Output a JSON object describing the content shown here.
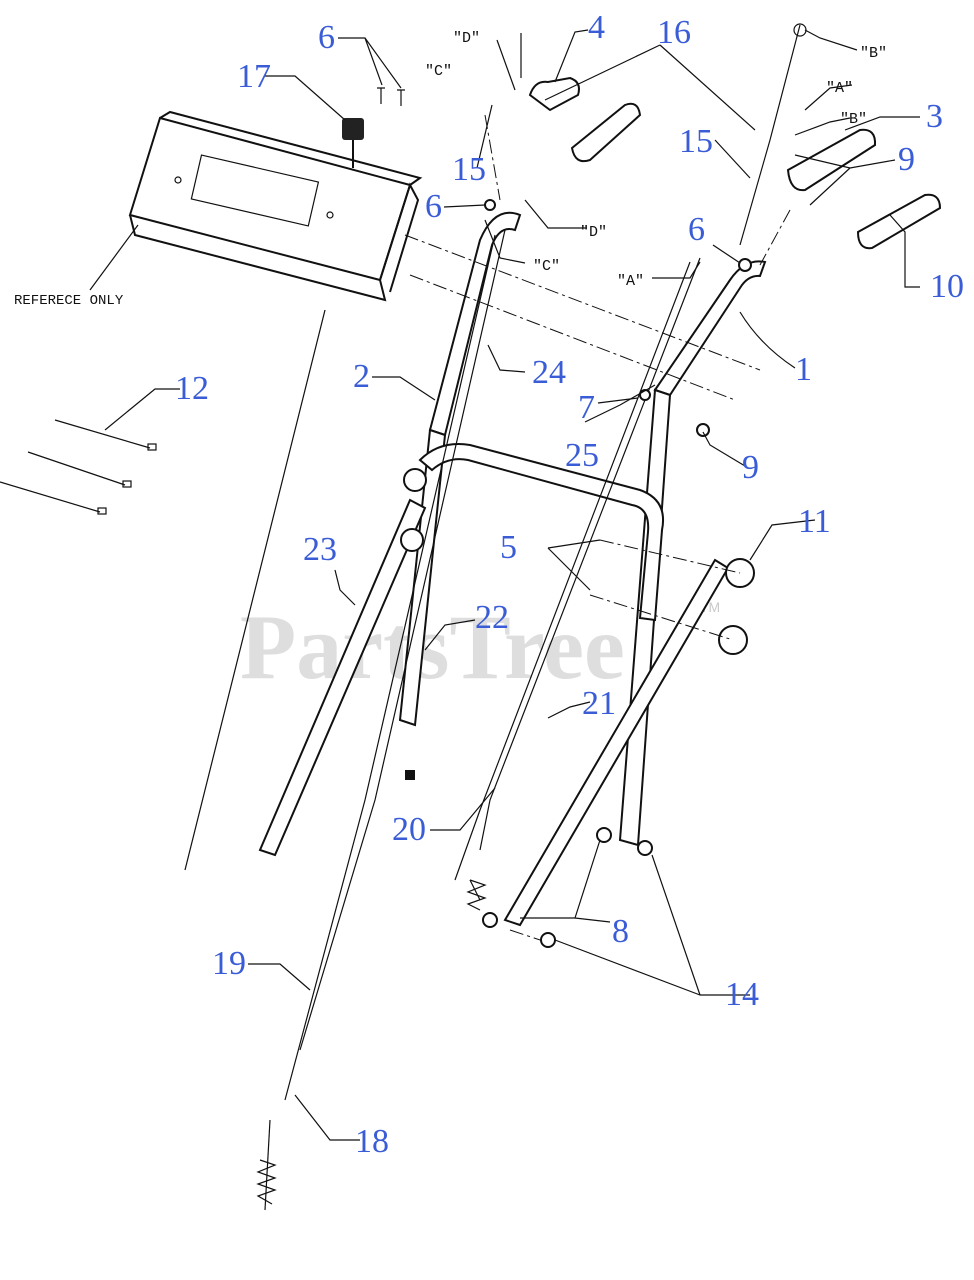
{
  "diagram": {
    "reference_label": "REFERECE ONLY",
    "watermark": "PartsTree",
    "trademark": "TM",
    "callouts": [
      {
        "id": "c1",
        "label": "1"
      },
      {
        "id": "c2",
        "label": "2"
      },
      {
        "id": "c3",
        "label": "3"
      },
      {
        "id": "c4",
        "label": "4"
      },
      {
        "id": "c5",
        "label": "5"
      },
      {
        "id": "c6a",
        "label": "6"
      },
      {
        "id": "c6b",
        "label": "6"
      },
      {
        "id": "c6c",
        "label": "6"
      },
      {
        "id": "c7",
        "label": "7"
      },
      {
        "id": "c8",
        "label": "8"
      },
      {
        "id": "c9a",
        "label": "9"
      },
      {
        "id": "c9b",
        "label": "9"
      },
      {
        "id": "c10",
        "label": "10"
      },
      {
        "id": "c11",
        "label": "11"
      },
      {
        "id": "c12",
        "label": "12"
      },
      {
        "id": "c14",
        "label": "14"
      },
      {
        "id": "c15a",
        "label": "15"
      },
      {
        "id": "c15b",
        "label": "15"
      },
      {
        "id": "c16",
        "label": "16"
      },
      {
        "id": "c17",
        "label": "17"
      },
      {
        "id": "c18",
        "label": "18"
      },
      {
        "id": "c19",
        "label": "19"
      },
      {
        "id": "c20",
        "label": "20"
      },
      {
        "id": "c21",
        "label": "21"
      },
      {
        "id": "c22",
        "label": "22"
      },
      {
        "id": "c23",
        "label": "23"
      },
      {
        "id": "c24",
        "label": "24"
      },
      {
        "id": "c25",
        "label": "25"
      }
    ],
    "annotations": [
      {
        "id": "a_d1",
        "label": "\"D\""
      },
      {
        "id": "a_c1",
        "label": "\"C\""
      },
      {
        "id": "a_d2",
        "label": "\"D\""
      },
      {
        "id": "a_c2",
        "label": "\"C\""
      },
      {
        "id": "a_b1",
        "label": "\"B\""
      },
      {
        "id": "a_a1",
        "label": "\"A\""
      },
      {
        "id": "a_b2",
        "label": "\"B\""
      },
      {
        "id": "a_a2",
        "label": "\"A\""
      }
    ]
  }
}
